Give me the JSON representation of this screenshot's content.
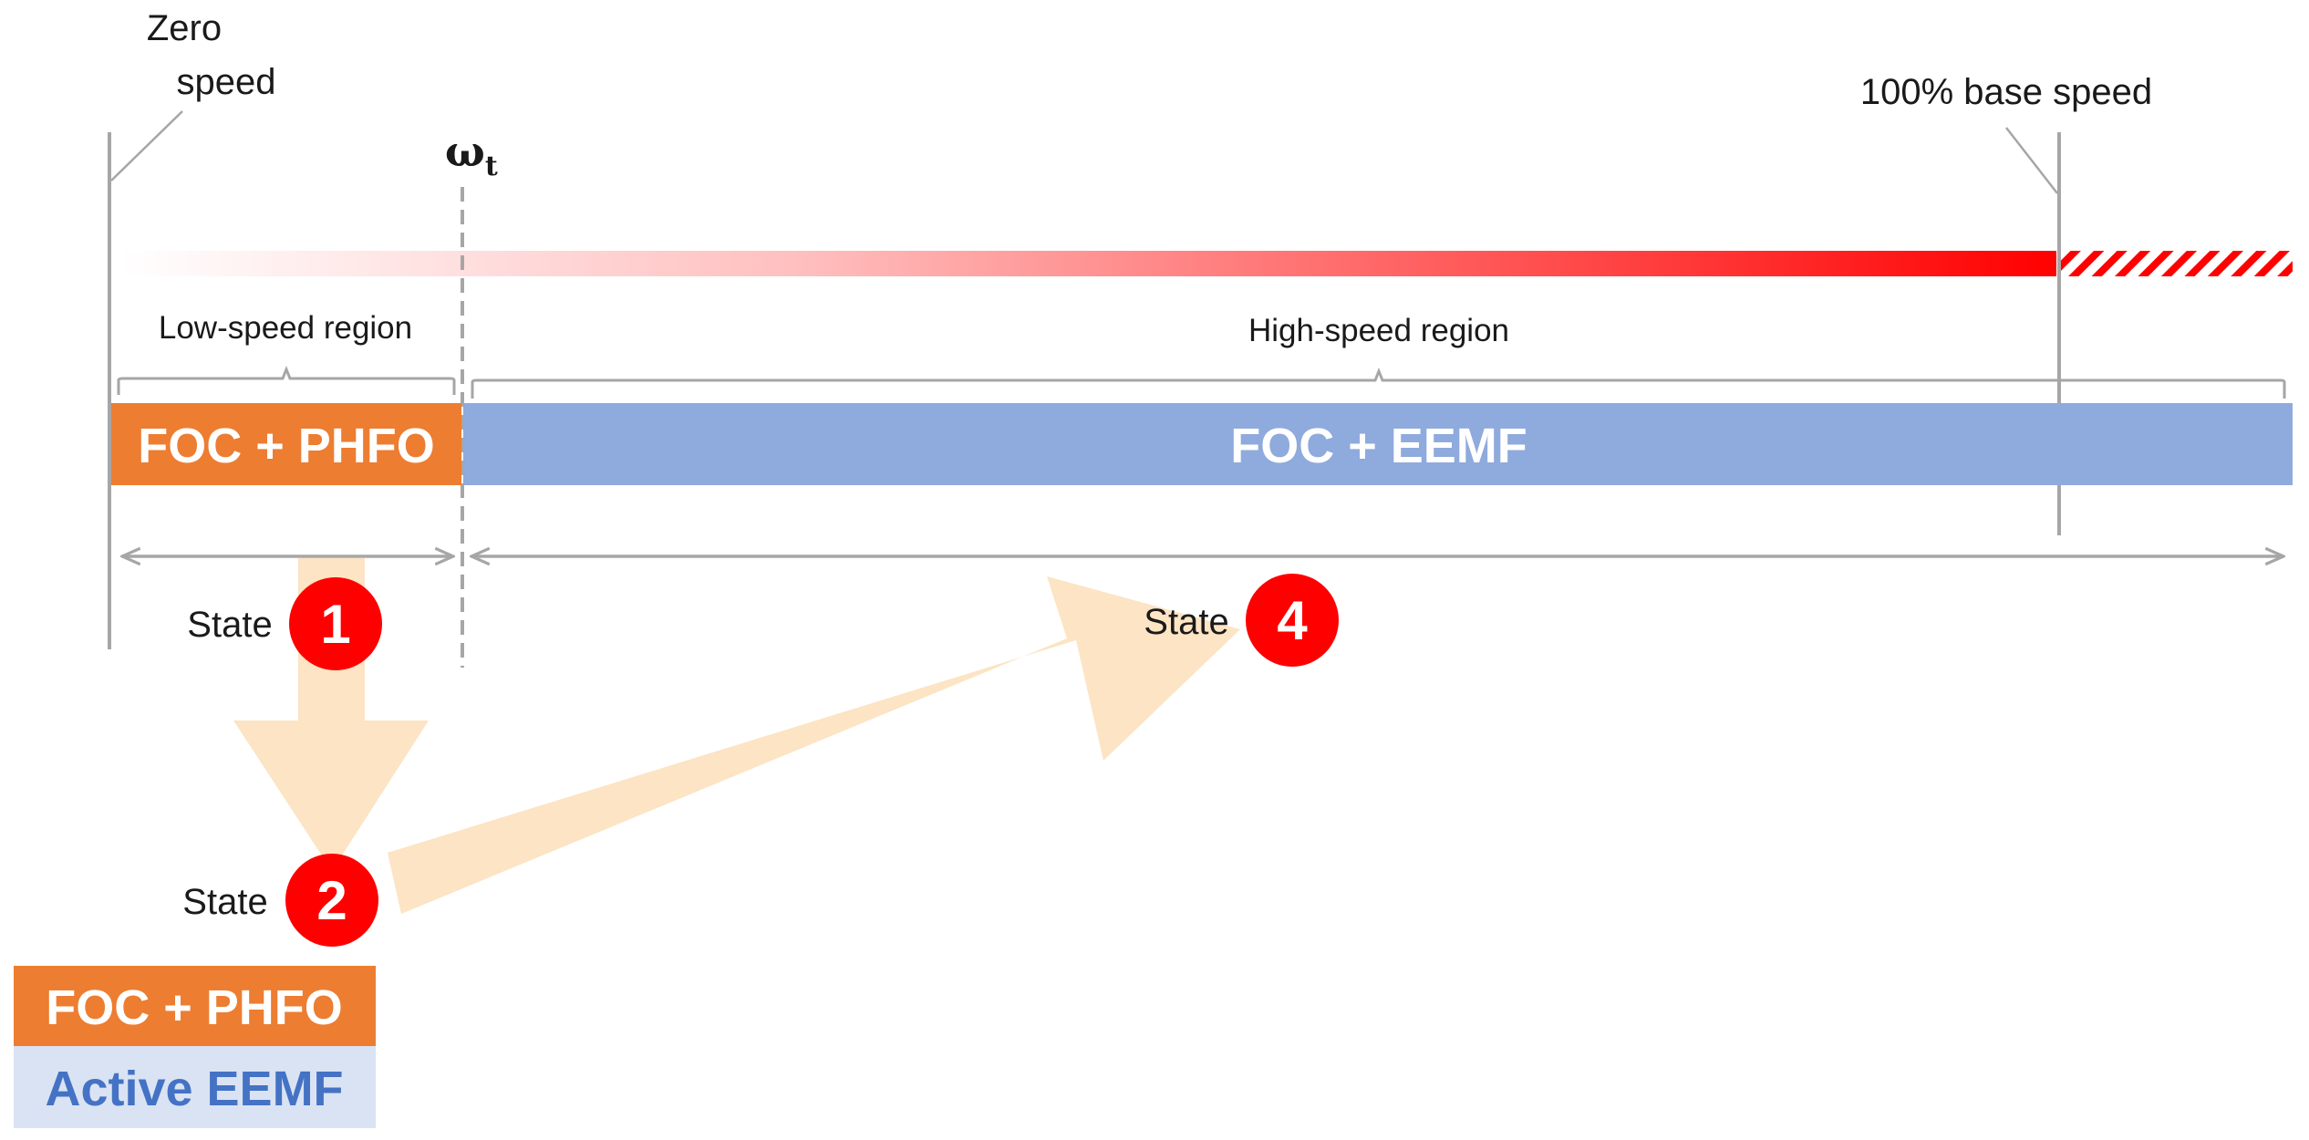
{
  "labels": {
    "zero_speed_line1": "Zero",
    "zero_speed_line2": "speed",
    "omega_symbol": "ω",
    "omega_subscript": "t",
    "base_speed": "100% base speed",
    "low_speed_region": "Low-speed region",
    "high_speed_region": "High-speed region",
    "state_word": "State"
  },
  "boxes": {
    "low_region_box": "FOC + PHFO",
    "high_region_box": "FOC + EEMF",
    "state2_top_box": "FOC + PHFO",
    "state2_bottom_box": "Active EEMF"
  },
  "states": {
    "s1": "1",
    "s2": "2",
    "s4": "4"
  },
  "colors": {
    "orange": "#ED7D31",
    "blue": "#8FAADC",
    "light_blue": "#DAE3F3",
    "dark_blue_text": "#4472C4",
    "state_red": "#FF0000",
    "arrow_peach": "#FCE4C4",
    "speed_bar_red": "#FF0000",
    "axis_gray": "#A6A6A6"
  }
}
